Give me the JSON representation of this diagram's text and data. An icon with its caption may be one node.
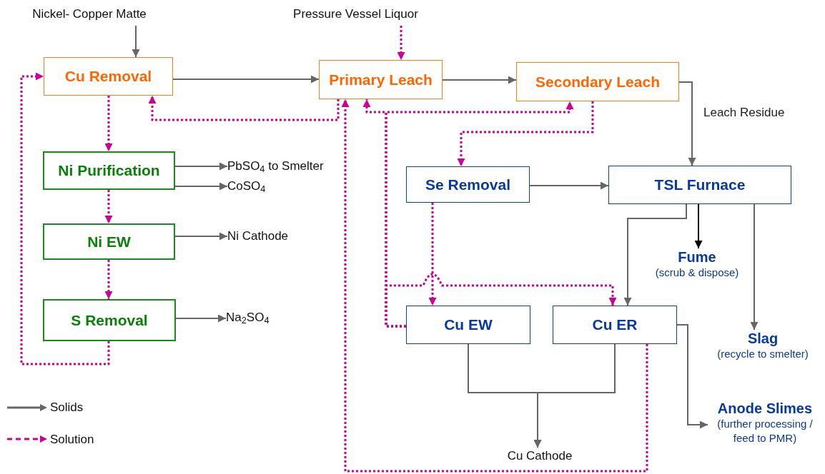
{
  "diagram": {
    "nodes": [
      {
        "text": [
          "Nickel- Copper Matte"
        ]
      },
      {
        "text": [
          "Pressure Vessel Liquor"
        ]
      },
      {
        "text": [
          "Cu Removal"
        ]
      },
      {
        "text": [
          "Primary Leach"
        ]
      },
      {
        "text": [
          "Secondary Leach"
        ]
      },
      {
        "text": [
          "Ni Purification"
        ]
      },
      {
        "text": [
          "PbSO$_{4}$ to Smelter"
        ]
      },
      {
        "text": [
          "CoSO$_{4}$"
        ]
      },
      {
        "text": [
          "Ni EW"
        ]
      },
      {
        "text": [
          "Ni Cathode"
        ]
      },
      {
        "text": [
          "S Removal"
        ]
      },
      {
        "text": [
          "Na$_{2}$SO$_{4}$"
        ]
      },
      {
        "text": [
          "Se Removal"
        ]
      },
      {
        "text": [
          "TSL Furnace"
        ]
      },
      {
        "text": [
          "Fume",
          "(scrub & dispose)"
        ]
      },
      {
        "text": [
          "Slag",
          "(recycle to smelter)"
        ]
      },
      {
        "text": [
          "Cu EW"
        ]
      },
      {
        "text": [
          "Cu ER"
        ]
      },
      {
        "text": [
          "Anode Slimes",
          "(further processing / feed to PMR)"
        ]
      },
      {
        "text": [
          "Cu Cathode"
        ]
      }
    ],
    "edges": [
      {
        "from": 0,
        "to": 2,
        "arrow": "to"
      },
      {
        "from": 2,
        "to": 3,
        "arrow": "to"
      },
      {
        "from": 3,
        "to": 4,
        "arrow": "to"
      },
      {
        "from": 4,
        "to": 13,
        "arrow": "to",
        "label": "Leach Residue"
      },
      {
        "from": 5,
        "to": 6,
        "arrow": "to"
      },
      {
        "from": 5,
        "to": 7,
        "arrow": "to"
      },
      {
        "from": 8,
        "to": 9,
        "arrow": "to"
      },
      {
        "from": 10,
        "to": 11,
        "arrow": "to"
      },
      {
        "from": 12,
        "to": 13,
        "arrow": "to"
      },
      {
        "from": 13,
        "to": 14,
        "arrow": "to",
        "color": "#000000"
      },
      {
        "from": 13,
        "to": 15,
        "arrow": "to"
      },
      {
        "from": 13,
        "to": 17,
        "arrow": "to"
      },
      {
        "from": 16,
        "to": 19,
        "arrow": "to"
      },
      {
        "from": 17,
        "to": 19,
        "arrow": "to"
      },
      {
        "from": 17,
        "to": 18,
        "arrow": "to"
      },
      {
        "from": 1,
        "to": 3,
        "arrow": "to",
        "style": "dashed",
        "color": "#cc0099"
      },
      {
        "from": 2,
        "to": 5,
        "arrow": "to",
        "style": "dashed",
        "color": "#cc0099"
      },
      {
        "from": 5,
        "to": 8,
        "arrow": "to",
        "style": "dashed",
        "color": "#cc0099"
      },
      {
        "from": 8,
        "to": 10,
        "arrow": "to",
        "style": "dashed",
        "color": "#cc0099"
      },
      {
        "from": 10,
        "to": 2,
        "arrow": "to",
        "style": "dashed",
        "color": "#cc0099"
      },
      {
        "from": 3,
        "to": 2,
        "arrow": "to",
        "style": "dashed",
        "color": "#cc0099"
      },
      {
        "from": 16,
        "to": 3,
        "arrow": "to",
        "style": "dashed",
        "color": "#cc0099"
      },
      {
        "from": 16,
        "to": 4,
        "arrow": "to",
        "style": "dashed",
        "color": "#cc0099"
      },
      {
        "from": 16,
        "to": 17,
        "arrow": "to",
        "style": "dashed",
        "color": "#cc0099"
      },
      {
        "from": 4,
        "to": 12,
        "arrow": "to",
        "style": "dashed",
        "color": "#cc0099"
      },
      {
        "from": 12,
        "to": 16,
        "arrow": "to",
        "style": "dashed",
        "color": "#cc0099"
      },
      {
        "from": 17,
        "to": 3,
        "arrow": "to",
        "style": "dashed",
        "color": "#cc0099"
      }
    ],
    "legend": [
      {
        "text": "Solids"
      },
      {
        "text": "Solution"
      }
    ]
  }
}
